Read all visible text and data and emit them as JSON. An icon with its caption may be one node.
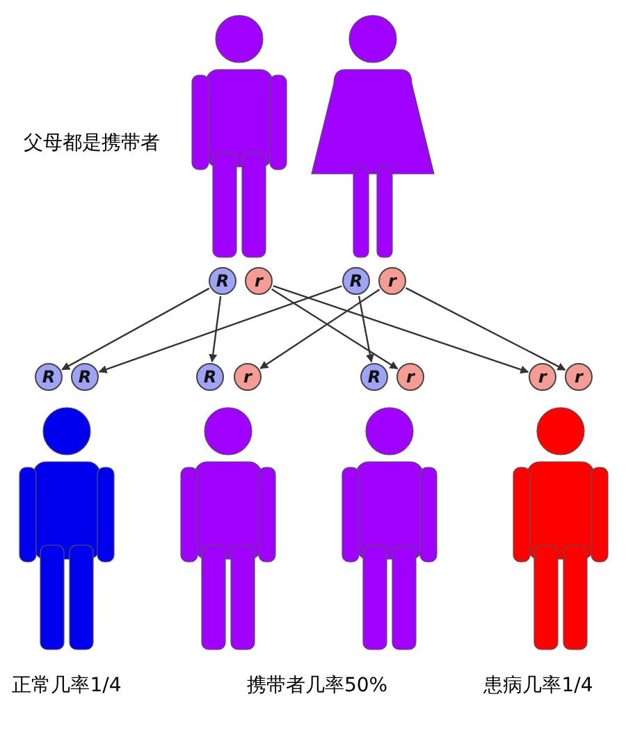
{
  "diagram": {
    "nodes": [
      {
        "text": [
          "R"
        ]
      },
      {
        "text": [
          "r"
        ]
      },
      {
        "text": [
          "R"
        ]
      },
      {
        "text": [
          "r"
        ]
      },
      {
        "text": [
          "R"
        ]
      },
      {
        "text": [
          "R"
        ]
      },
      {
        "text": [
          "R"
        ]
      },
      {
        "text": [
          "r"
        ]
      },
      {
        "text": [
          "R"
        ]
      },
      {
        "text": [
          "r"
        ]
      },
      {
        "text": [
          "r"
        ]
      },
      {
        "text": [
          "r"
        ]
      }
    ],
    "edges": [
      {
        "from": 0,
        "to": 4,
        "arrow": "to"
      },
      {
        "from": 0,
        "to": 6,
        "arrow": "to"
      },
      {
        "from": 1,
        "to": 9,
        "arrow": "to"
      },
      {
        "from": 1,
        "to": 10,
        "arrow": "to"
      },
      {
        "from": 2,
        "to": 5,
        "arrow": "to"
      },
      {
        "from": 2,
        "to": 8,
        "arrow": "to"
      },
      {
        "from": 3,
        "to": 7,
        "arrow": "to"
      },
      {
        "from": 3,
        "to": 11,
        "arrow": "to"
      }
    ],
    "labels": [
      "父母都是携带者",
      "正常几率1/4",
      "携带者几率50%",
      "患病几率1/4"
    ]
  }
}
